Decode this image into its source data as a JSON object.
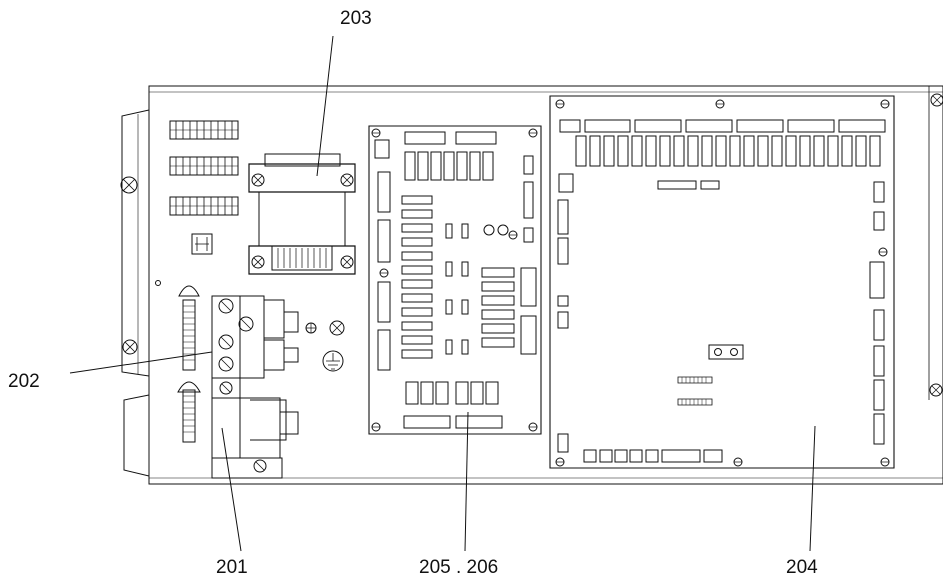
{
  "callouts": {
    "terminal_block": "201",
    "ground_connection": "202",
    "transformer": "203",
    "main_board": "204",
    "relay_board": "205 . 206"
  }
}
